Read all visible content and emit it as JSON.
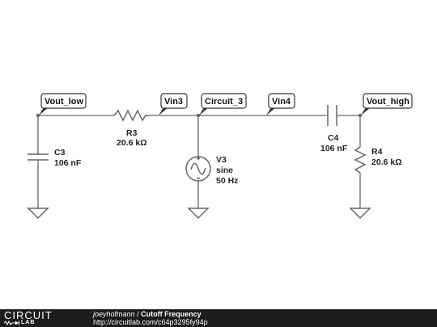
{
  "nodes": {
    "vout_low": "Vout_low",
    "vin3": "Vin3",
    "circuit_3": "Circuit_3",
    "vin4": "Vin4",
    "vout_high": "Vout_high"
  },
  "components": {
    "r3": {
      "name": "R3",
      "value": "20.6 kΩ"
    },
    "c3": {
      "name": "C3",
      "value": "106 nF"
    },
    "v3": {
      "name": "V3",
      "type": "sine",
      "freq": "50 Hz"
    },
    "c4": {
      "name": "C4",
      "value": "106 nF"
    },
    "r4": {
      "name": "R4",
      "value": "20.6 kΩ"
    }
  },
  "footer": {
    "logo_top": "CIRCUIT",
    "logo_bottom": "LAB",
    "author": "joeyhofmann",
    "separator": "/",
    "title": "Cutoff Frequency",
    "url": "http://circuitlab.com/c64p3295fy94p"
  }
}
